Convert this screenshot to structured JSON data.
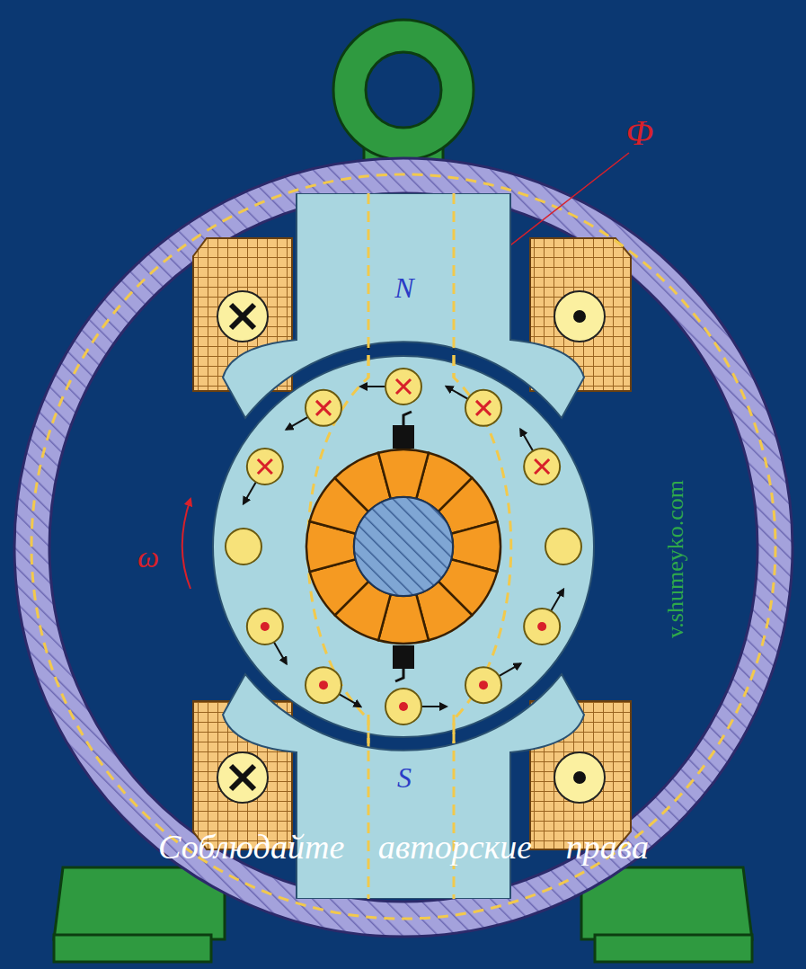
{
  "diagram": {
    "nodes": [
      {
        "text": [
          "N"
        ]
      },
      {
        "text": [
          "S"
        ]
      }
    ],
    "labels": [
      "Φ",
      "ω",
      "v.shumeyko.com",
      "Соблюдайте авторские права"
    ]
  }
}
